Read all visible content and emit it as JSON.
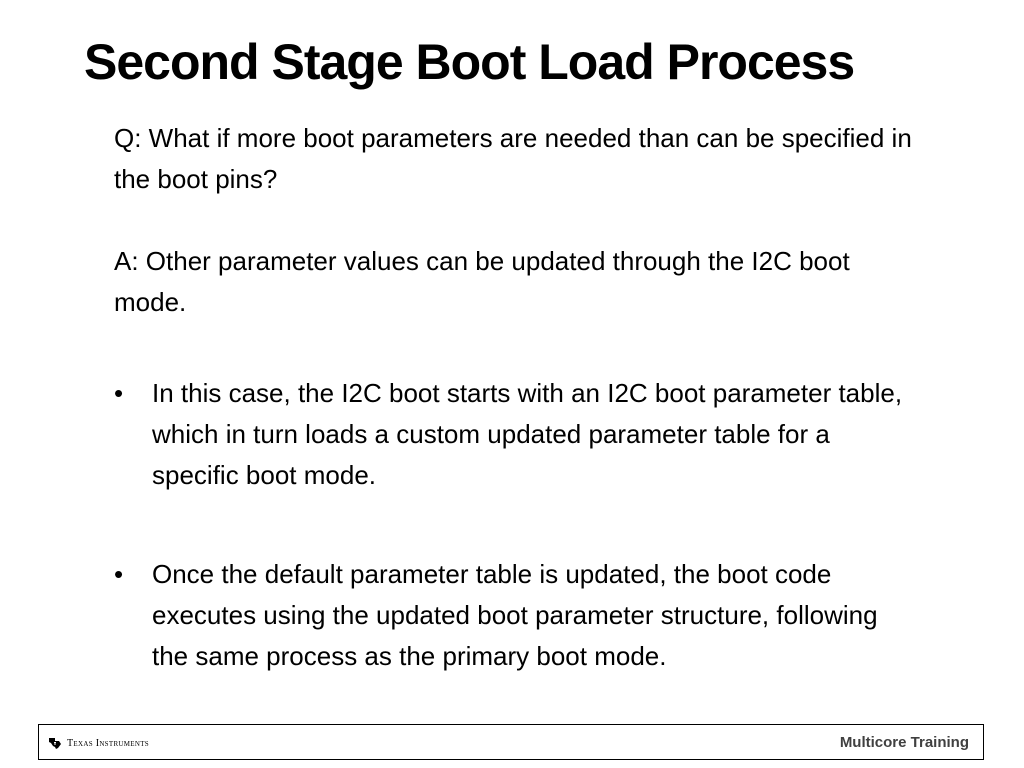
{
  "slide": {
    "title": "Second Stage Boot Load Process",
    "question": "Q: What if more boot parameters are needed than can be specified in the boot pins?",
    "answer": "A: Other parameter values can be updated through the I2C boot mode.",
    "bullet_symbol": "•",
    "bullets": [
      "In this case, the I2C boot starts with an I2C boot parameter table, which in turn loads a custom updated parameter table for a specific boot mode.",
      "Once the default parameter table is updated, the boot code executes using the updated boot parameter structure, following the same process as the primary boot mode."
    ]
  },
  "footer": {
    "logo_text": "Texas Instruments",
    "label": "Multicore Training"
  },
  "colors": {
    "text": "#000000",
    "footer_label": "#404040",
    "border": "#000000"
  }
}
